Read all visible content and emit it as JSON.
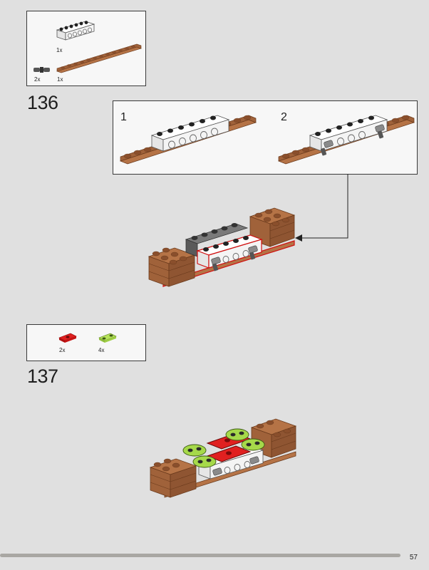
{
  "colors": {
    "background": "#e0e0e0",
    "panel": "#f7f7f7",
    "reddish_brown": "#a0623a",
    "white_brick": "#ffffff",
    "dark_gray": "#6b6b6b",
    "red": "#d01010",
    "lime": "#a6d94a"
  },
  "step136": {
    "number": "136",
    "parts": [
      {
        "icon": "white-technic-brick-icon",
        "qty": "1x"
      },
      {
        "icon": "technic-pin-icon",
        "qty": "2x"
      },
      {
        "icon": "brown-plate-icon",
        "qty": "1x"
      }
    ],
    "substeps": [
      "1",
      "2"
    ]
  },
  "step137": {
    "number": "137",
    "parts": [
      {
        "icon": "red-plate-icon",
        "qty": "2x"
      },
      {
        "icon": "lime-plate-icon",
        "qty": "4x"
      }
    ]
  },
  "page": {
    "number": "57"
  }
}
